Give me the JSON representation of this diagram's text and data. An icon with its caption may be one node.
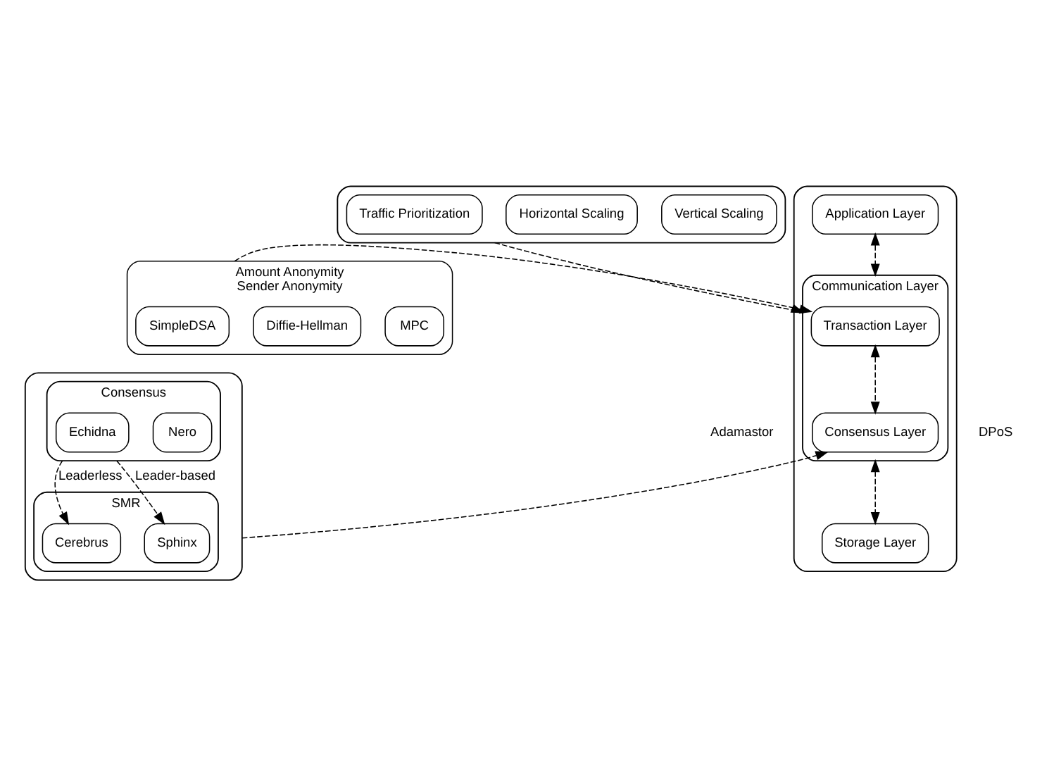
{
  "diagram": {
    "nodes": [
      {
        "text": [],
        "shape": "box"
      },
      {
        "text": [
          "Vertical Scaling"
        ],
        "in": 0
      },
      {
        "text": [
          "Horizontal Scaling"
        ],
        "in": 0
      },
      {
        "text": [
          "Traffic Prioritization"
        ],
        "in": 0
      },
      {
        "text": [
          "Amount Anonymity",
          "Sender Anonymity"
        ]
      },
      {
        "text": [
          "MPC"
        ],
        "in": 4
      },
      {
        "text": [
          "Diffie-Hellman"
        ],
        "in": 4
      },
      {
        "text": [
          "SimpleDSA"
        ],
        "in": 4
      },
      {
        "text": [],
        "shape": "box"
      },
      {
        "text": [
          "Consensus"
        ],
        "in": 8
      },
      {
        "text": [
          "Nero"
        ],
        "in": 9
      },
      {
        "text": [
          "Echidna"
        ],
        "in": 9
      },
      {
        "text": [
          "SMR"
        ],
        "in": 8
      },
      {
        "text": [
          "Cerebrus"
        ],
        "in": 12
      },
      {
        "text": [
          "Sphinx"
        ],
        "in": 12
      },
      {
        "text": [],
        "shape": "box"
      },
      {
        "text": [
          "Application Layer"
        ],
        "in": 15
      },
      {
        "text": [
          "Communication Layer"
        ],
        "in": 15
      },
      {
        "text": [
          "Transaction Layer"
        ],
        "in": 17
      },
      {
        "text": [
          "Consensus Layer"
        ],
        "in": 17
      },
      {
        "text": [
          "Storage Layer"
        ],
        "in": 15
      }
    ],
    "edges": [
      {
        "from": 0,
        "to": 17,
        "arrow": "to",
        "style": "dashed"
      },
      {
        "from": 4,
        "to": 18,
        "arrow": "to",
        "style": "dashed"
      },
      {
        "from": 9,
        "to": 13,
        "arrow": "to",
        "style": "dashed",
        "label": "Leaderless"
      },
      {
        "from": 9,
        "to": 14,
        "arrow": "to",
        "style": "dashed",
        "label": "Leader-based"
      },
      {
        "from": 8,
        "to": 19,
        "arrow": "to",
        "style": "dashed"
      },
      {
        "from": 16,
        "to": 17,
        "arrow": "both",
        "style": "dashed"
      },
      {
        "from": 18,
        "to": 19,
        "arrow": "both",
        "style": "dashed"
      },
      {
        "from": 17,
        "to": 20,
        "arrow": "both",
        "style": "dashed"
      }
    ],
    "labels": [
      "Adamastor",
      "DPoS"
    ]
  }
}
